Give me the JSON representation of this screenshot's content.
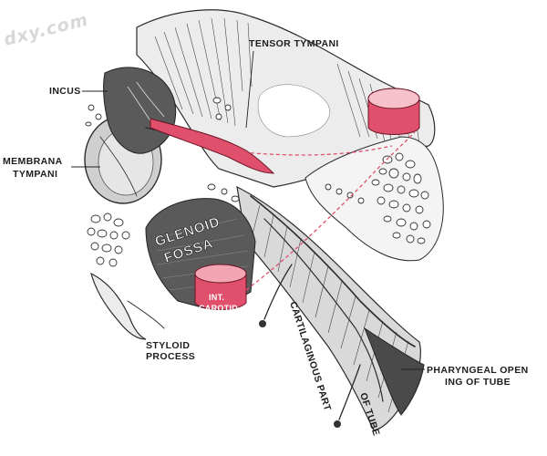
{
  "watermark": "dxy.com",
  "labels": {
    "tensor_tympani": "TENSOR TYMPANI",
    "incus": "INCUS",
    "membrana_line1": "MEMBRANA",
    "membrana_line2": "TYMPANI",
    "glenoid_line1": "GLENOID",
    "glenoid_line2": "FOSSA",
    "int_carotid_line1": "INT.",
    "int_carotid_line2": "CAROTID",
    "styloid_line1": "STYLOID",
    "styloid_line2": "PROCESS",
    "cartilaginous_part": "CARTILAGINOUS PART",
    "of_tube": "OF TUBE",
    "pharyngeal_line1": "PHARYNGEAL OPEN",
    "pharyngeal_line2": "ING OF TUBE"
  },
  "colors": {
    "vessel_red": "#e0506c",
    "ink": "#2b2b2b",
    "bone_fill": "#ececec",
    "watermark": "#d8d8d8"
  }
}
